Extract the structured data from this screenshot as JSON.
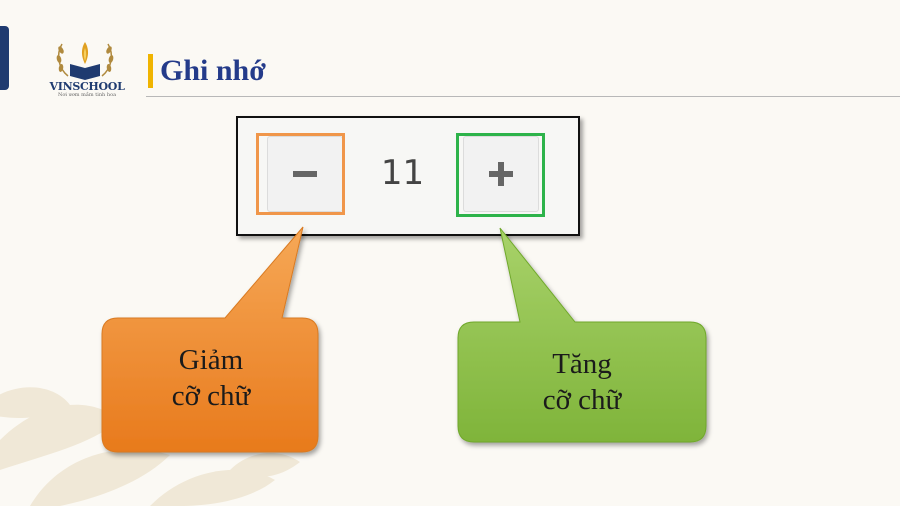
{
  "header": {
    "title": "Ghi nhớ",
    "logo_name": "VINSCHOOL",
    "logo_tagline": "Nơi ươm mầm tinh hoa"
  },
  "stepper": {
    "decrease_symbol": "minus",
    "value": "11",
    "increase_symbol": "plus"
  },
  "callouts": {
    "decrease_line1": "Giảm",
    "decrease_line2": "cỡ chữ",
    "increase_line1": "Tăng",
    "increase_line2": "cỡ chữ"
  },
  "colors": {
    "title": "#243b8a",
    "accent_bar": "#f0b400",
    "decrease_highlight": "#f0964a",
    "increase_highlight": "#2db34a",
    "decrease_callout": "#f08a2a",
    "increase_callout": "#8ec24a"
  },
  "icons": [
    "logo-emblem-icon",
    "minus-icon",
    "plus-icon",
    "leaf-decoration-icon"
  ]
}
